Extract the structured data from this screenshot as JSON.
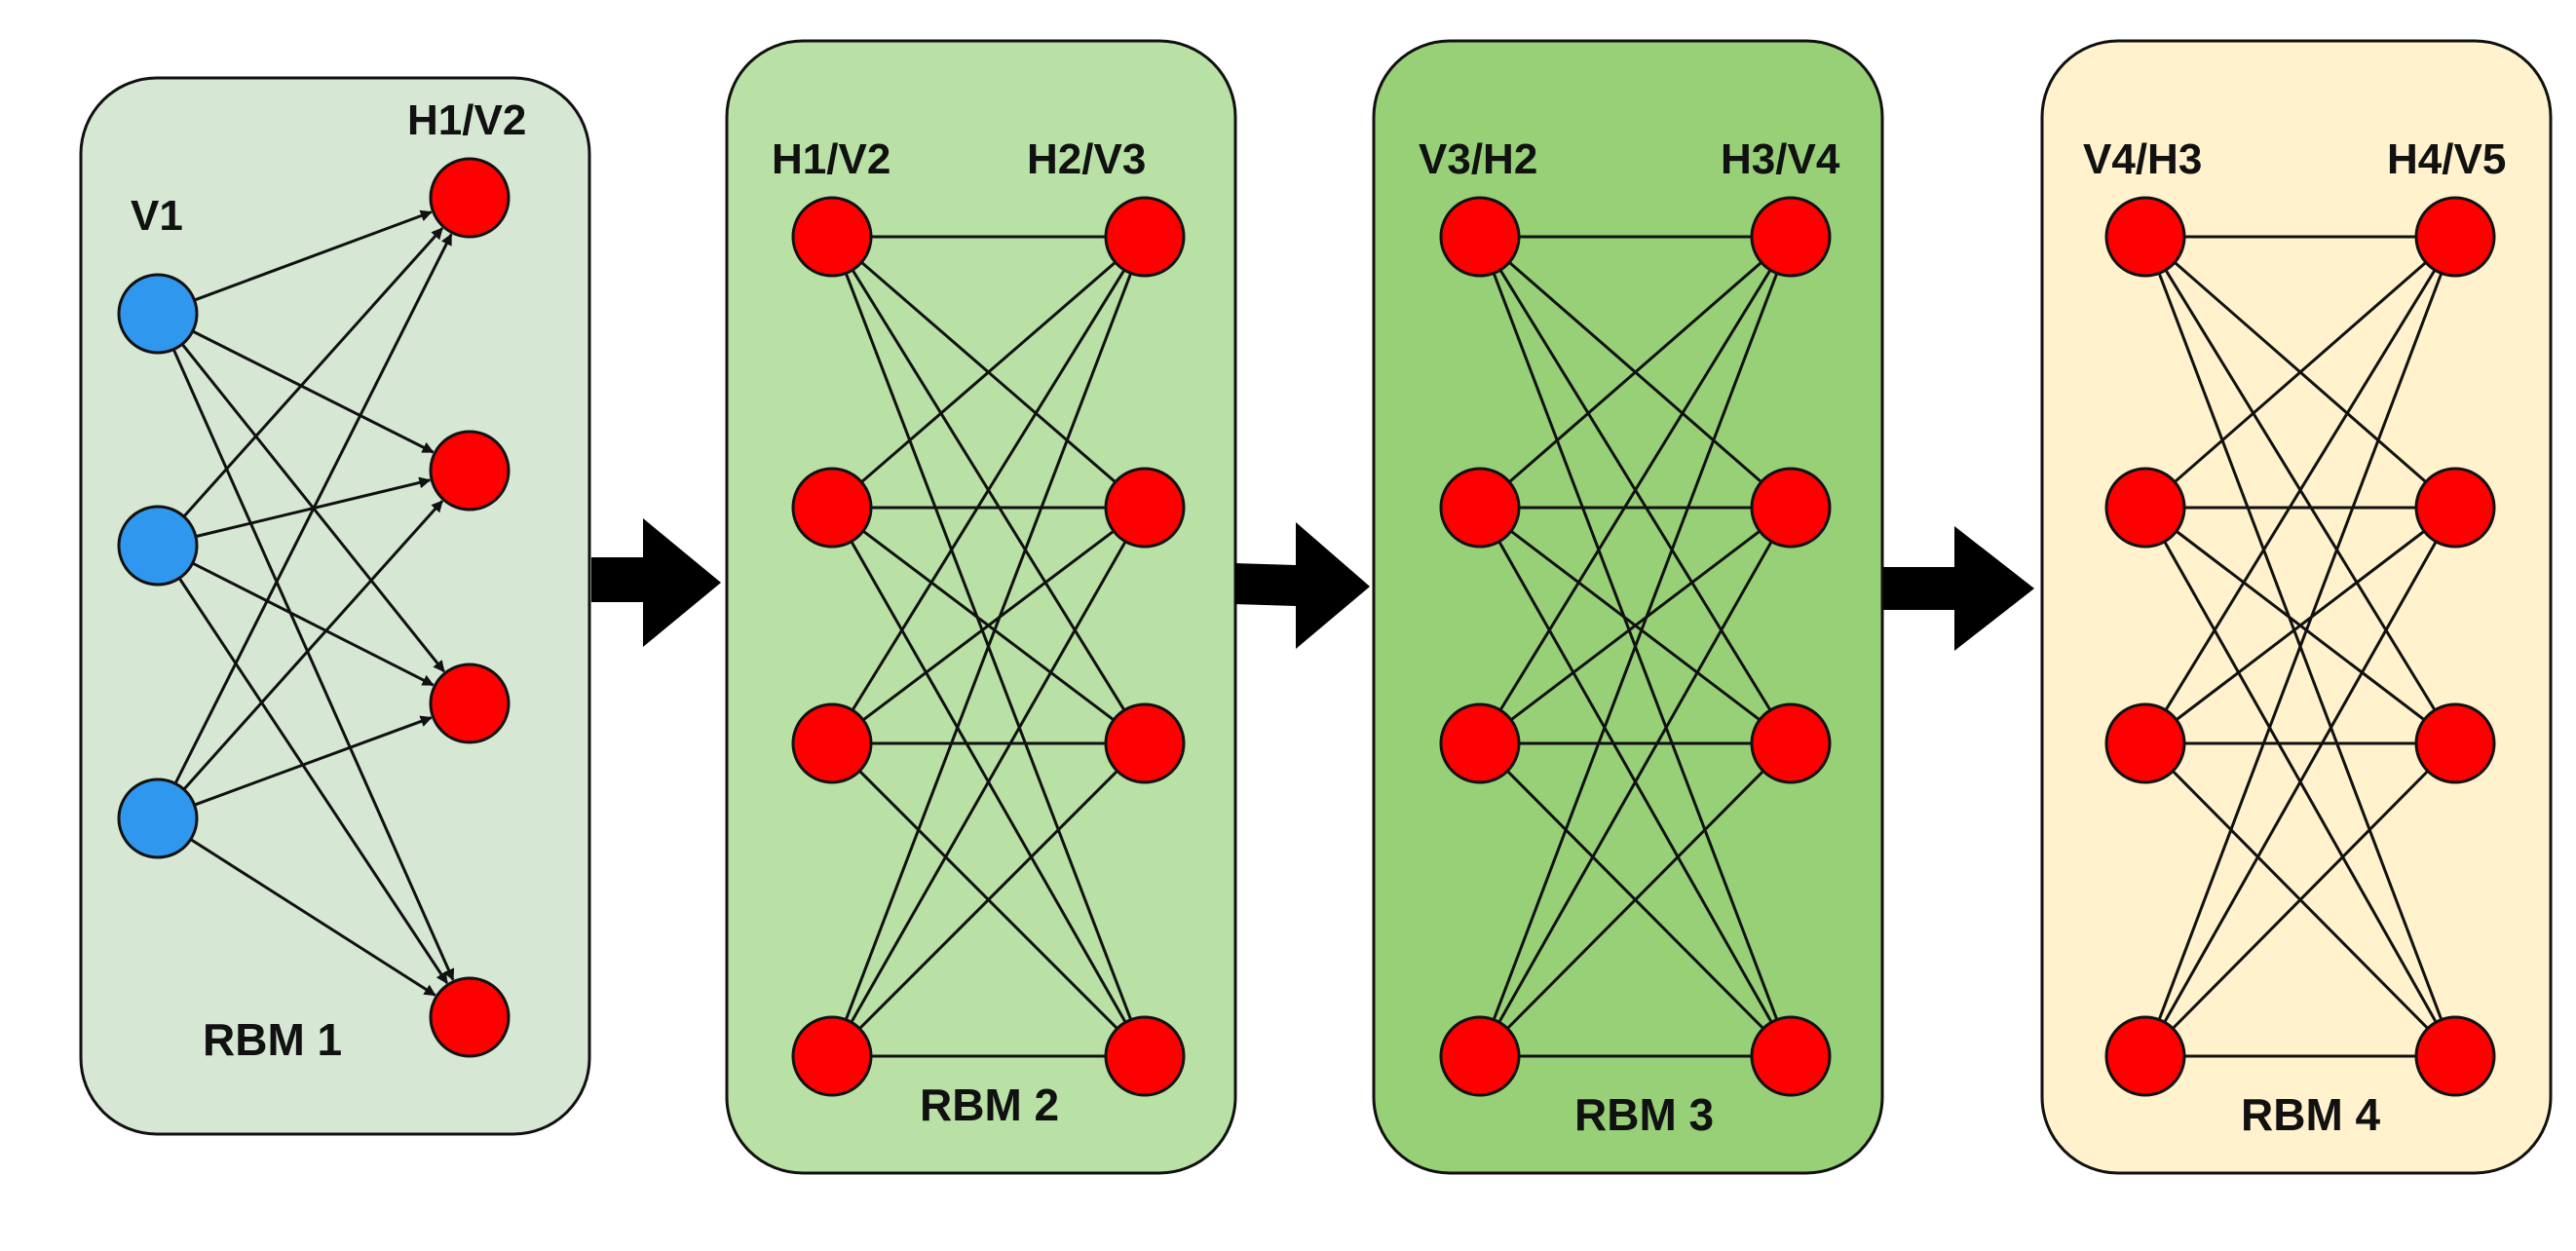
{
  "colors": {
    "visible_node": "#2f97ee",
    "hidden_node": "#ff0000",
    "outline": "#111111",
    "arrow": "#000000",
    "background": "#ffffff"
  },
  "panels": [
    {
      "id": "rbm1",
      "title": "RBM 1",
      "fill": "#d6e8d4",
      "left_label": "V1",
      "right_label": "H1/V2",
      "left_nodes": 3,
      "right_nodes": 4,
      "left_node_kind": "visible",
      "directed": true
    },
    {
      "id": "rbm2",
      "title": "RBM 2",
      "fill": "#b9e0a5",
      "left_label": "H1/V2",
      "right_label": "H2/V3",
      "left_nodes": 4,
      "right_nodes": 4,
      "left_node_kind": "hidden",
      "directed": false
    },
    {
      "id": "rbm3",
      "title": "RBM 3",
      "fill": "#97d077",
      "left_label": "V3/H2",
      "right_label": "H3/V4",
      "left_nodes": 4,
      "right_nodes": 4,
      "left_node_kind": "hidden",
      "directed": false
    },
    {
      "id": "rbm4",
      "title": "RBM 4",
      "fill": "#fff2cc",
      "left_label": "V4/H3",
      "right_label": "H4/V5",
      "left_nodes": 4,
      "right_nodes": 4,
      "left_node_kind": "hidden",
      "directed": false
    }
  ],
  "connectors": [
    {
      "from": "rbm1",
      "to": "rbm2",
      "icon": "block-arrow-right-icon"
    },
    {
      "from": "rbm2",
      "to": "rbm3",
      "icon": "block-arrow-right-icon"
    },
    {
      "from": "rbm3",
      "to": "rbm4",
      "icon": "block-arrow-right-icon"
    }
  ]
}
